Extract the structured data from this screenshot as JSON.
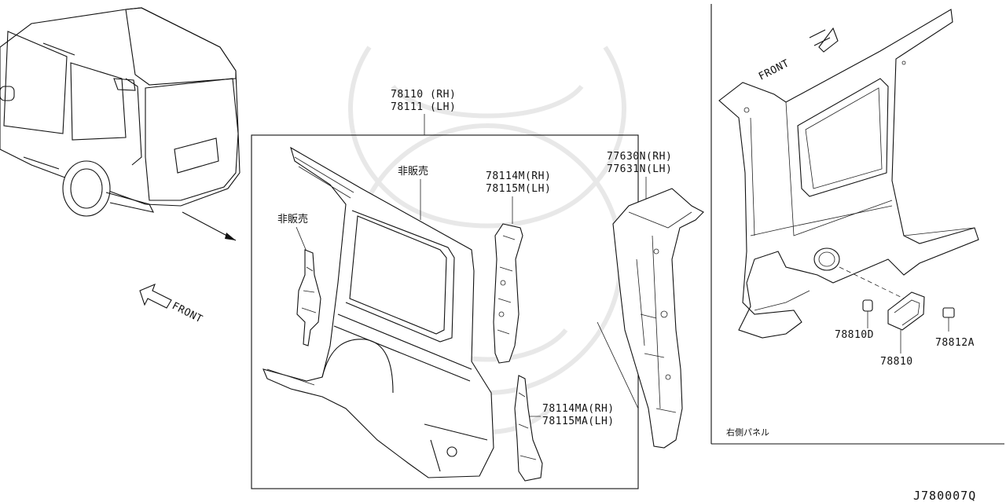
{
  "labels": {
    "side_panel": [
      "78110 (RH)",
      "78111 (LH)"
    ],
    "not_sold_main": "非販売",
    "not_sold_small": "非販売",
    "pillar_upper": [
      "78114M(RH)",
      "78115M(LH)"
    ],
    "pillar_lower": [
      "78114MA(RH)",
      "78115MA(LH)"
    ],
    "inner_panel": [
      "77630N(RH)",
      "77631N(LH)"
    ],
    "grommet": "78810D",
    "lid": "78810",
    "screw": "78812A",
    "front_left": "FRONT",
    "front_right": "FRONT",
    "right_panel_note": "右側パネル",
    "diagram_code": "J780007Q"
  }
}
